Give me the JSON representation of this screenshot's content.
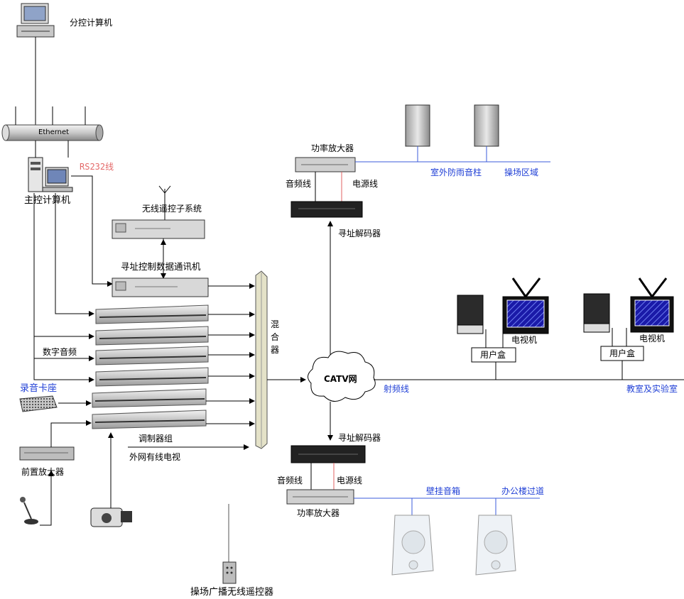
{
  "labels": {
    "branch_pc": "分控计算机",
    "ethernet": "Ethernet",
    "rs232": "RS232线",
    "main_pc": "主控计算机",
    "wireless_sub": "无线遥控子系统",
    "addr_ctrl": "寻址控制数据通讯机",
    "digital_audio": "数字音频",
    "recorder": "录音卡座",
    "pre_amp": "前置放大器",
    "modulator_group": "调制器组",
    "external_tv": "外网有线电视",
    "remote_ctrl": "操场广播无线遥控器",
    "mixer": "混合器",
    "power_amp_top": "功率放大器",
    "audio_line_top": "音频线",
    "power_line_top": "电源线",
    "decoder_top": "寻址解码器",
    "outdoor_speaker": "室外防雨音柱",
    "playground": "操场区域",
    "catv": "CATV网",
    "rf_line": "射频线",
    "tv1": "电视机",
    "tv2": "电视机",
    "userbox1": "用户盒",
    "userbox2": "用户盒",
    "classroom": "教室及实验室",
    "decoder_bottom": "寻址解码器",
    "audio_line_bottom": "音频线",
    "power_line_bottom": "电源线",
    "power_amp_bottom": "功率放大器",
    "wall_speaker": "壁挂音箱",
    "office_corridor": "办公楼过道"
  },
  "colors": {
    "blue_line": "#3b5bdb",
    "red_line": "#e06060",
    "black_line": "#000000",
    "tv_screen": "#1a1aa8"
  },
  "icons": [
    "computer-icon",
    "ethernet-pipe-icon",
    "main-computer-icon",
    "antenna-icon",
    "rack-unit-icon",
    "modulator-icon",
    "mixer-icon",
    "cloud-icon",
    "speaker-column-icon",
    "tv-icon",
    "box-speaker-icon",
    "wall-speaker-icon",
    "microphone-icon",
    "camcorder-icon",
    "cassette-deck-icon",
    "remote-control-icon"
  ]
}
